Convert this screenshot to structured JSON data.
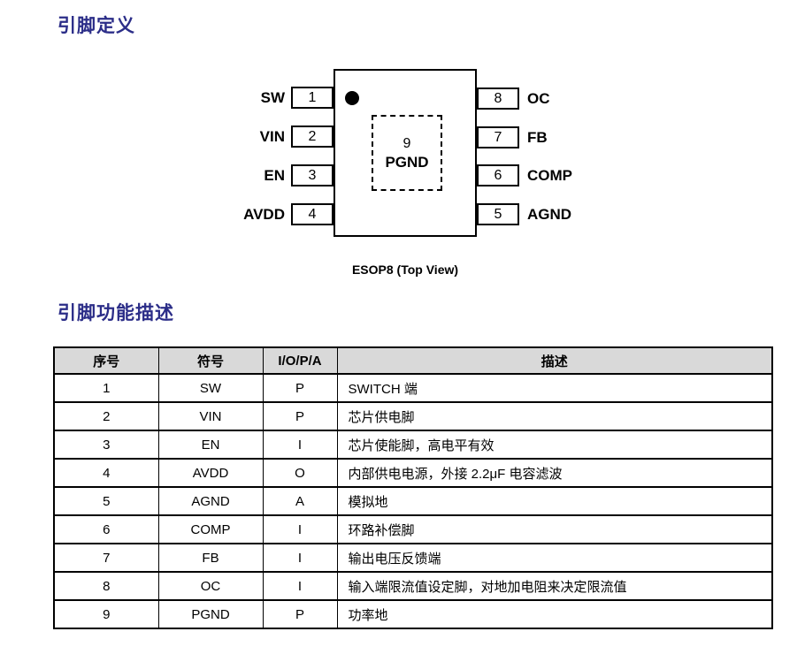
{
  "page": {
    "section1_title": "引脚定义",
    "section2_title": "引脚功能描述",
    "accent_color": "#2B2D88",
    "table_header_bg": "#D9D9D9"
  },
  "diagram": {
    "caption": "ESOP8 (Top View)",
    "center_pad": {
      "number": "9",
      "name": "PGND"
    },
    "left_pins": [
      {
        "number": "1",
        "label": "SW"
      },
      {
        "number": "2",
        "label": "VIN"
      },
      {
        "number": "3",
        "label": "EN"
      },
      {
        "number": "4",
        "label": "AVDD"
      }
    ],
    "right_pins": [
      {
        "number": "8",
        "label": "OC"
      },
      {
        "number": "7",
        "label": "FB"
      },
      {
        "number": "6",
        "label": "COMP"
      },
      {
        "number": "5",
        "label": "AGND"
      }
    ]
  },
  "pin_table": {
    "headers": [
      "序号",
      "符号",
      "I/O/P/A",
      "描述"
    ],
    "rows": [
      [
        "1",
        "SW",
        "P",
        "SWITCH 端"
      ],
      [
        "2",
        "VIN",
        "P",
        "芯片供电脚"
      ],
      [
        "3",
        "EN",
        "I",
        "芯片使能脚，高电平有效"
      ],
      [
        "4",
        "AVDD",
        "O",
        "内部供电电源，外接 2.2μF 电容滤波"
      ],
      [
        "5",
        "AGND",
        "A",
        "模拟地"
      ],
      [
        "6",
        "COMP",
        "I",
        "环路补偿脚"
      ],
      [
        "7",
        "FB",
        "I",
        "输出电压反馈端"
      ],
      [
        "8",
        "OC",
        "I",
        "输入端限流值设定脚，对地加电阻来决定限流值"
      ],
      [
        "9",
        "PGND",
        "P",
        "功率地"
      ]
    ]
  }
}
